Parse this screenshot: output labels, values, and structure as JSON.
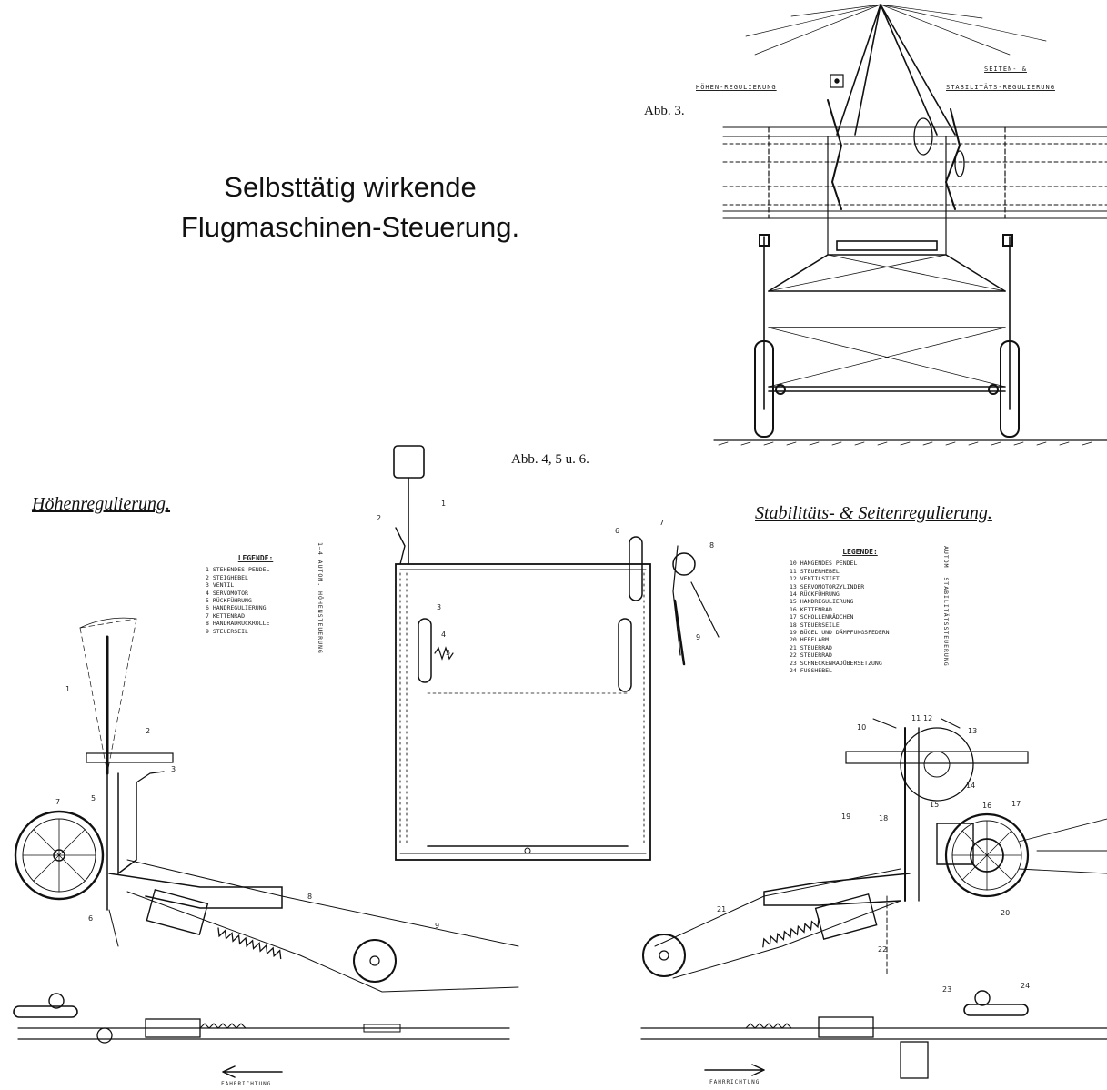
{
  "title": {
    "line1": "Selbsttätig wirkende",
    "line2": "Flugmaschinen-Steuerung."
  },
  "captions": {
    "fig3": "Abb. 3.",
    "fig456": "Abb. 4, 5 u. 6."
  },
  "fig3_labels": {
    "hoehen": "HÖHEN-REGULIERUNG",
    "seiten_line1": "SEITEN- &",
    "seiten_line2": "STABILITÄTS-REGULIERUNG"
  },
  "sections": {
    "left": "Höhenregulierung.",
    "right": "Stabilitäts- & Seitenregulierung."
  },
  "legend_left": {
    "title": "LEGENDE:",
    "items": [
      "1  STEHENDES PENDEL",
      "2  STEIGHEBEL",
      "3  VENTIL",
      "4  SERVOMOTOR",
      "5  RÜCKFÜHRUNG",
      "6  HANDREGULIERUNG",
      "7  KETTENRAD",
      "8  HANDRADRUCKROLLE",
      "9  STEUERSEIL"
    ],
    "side": "1–4 AUTOM. HÖHENSTEUERUNG"
  },
  "legend_right": {
    "title": "LEGENDE:",
    "items": [
      "10 HÄNGENDES PENDEL",
      "11 STEUERHEBEL",
      "12 VENTILSTIFT",
      "13 SERVOMOTORZYLINDER",
      "14 RÜCKFÜHRUNG",
      "15 HANDREGULIERUNG",
      "16 KETTENRAD",
      "17 SCHOLLENRÄDCHEN",
      "18 STEUERSEILE",
      "19 BÜGEL UND DÄMPFUNGSFEDERN",
      "20 HEBELARM",
      "21 STEUERRAD",
      "22 STEUERRAD",
      "23 SCHNECKENRADÜBERSETZUNG",
      "24 FUSSHEBEL"
    ],
    "side": "AUTOM. STABILITÄTSSTEUERUNG"
  },
  "direction": {
    "left": "FAHRRICHTUNG",
    "right": "FAHRRICHTUNG"
  },
  "part_numbers": {
    "fig4": [
      "1",
      "2",
      "3",
      "5",
      "7",
      "6",
      "8",
      "9"
    ],
    "fig5": [
      "1",
      "2",
      "3",
      "4",
      "5",
      "6",
      "7",
      "8",
      "9"
    ],
    "fig6": [
      "10",
      "11",
      "12",
      "13",
      "14",
      "15",
      "16",
      "17",
      "18",
      "19",
      "20",
      "21",
      "22",
      "23",
      "24"
    ]
  }
}
